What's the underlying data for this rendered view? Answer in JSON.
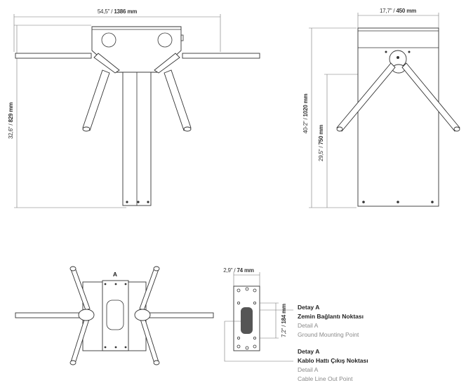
{
  "front_view": {
    "width_in": "54,5\"",
    "width_mm": "1386 mm",
    "height_in": "32,6\"",
    "height_mm": "829 mm"
  },
  "side_view": {
    "width_in": "17,7\"",
    "width_mm": "450 mm",
    "total_height_in": "40-2\"",
    "total_height_mm": "1020 mm",
    "arm_height_in": "29,5\"",
    "arm_height_mm": "750 mm"
  },
  "top_view": {
    "detail_label": "A"
  },
  "detail_view": {
    "width_in": "2,9\"",
    "width_mm": "74 mm",
    "height_in": "7,2\"",
    "height_mm": "184 mm"
  },
  "notes": [
    {
      "title": "Detay A",
      "tr": "Zemin Bağlantı Noktası",
      "sub": "Detail A",
      "en": "Ground Mounting Point"
    },
    {
      "title": "Detay A",
      "tr": "Kablo Hattı Çıkış Noktası",
      "sub": "Detail A",
      "en": "Cable Line Out Point"
    }
  ]
}
